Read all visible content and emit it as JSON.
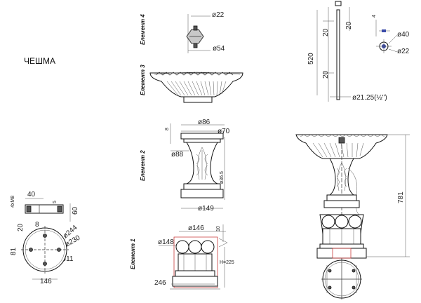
{
  "title": "ЧЕШМА",
  "elements": {
    "e4": "Елемент 4",
    "e3": "Елемент 3",
    "e2": "Елемент 2",
    "e1": "Елемент 1"
  },
  "dims": {
    "e4_top": "ø22",
    "e4_bottom": "ø54",
    "e2_top": "ø86",
    "e2_ring": "ø70",
    "e2_left": "ø88",
    "e2_small": "8",
    "e2_height": "ø36.5",
    "e2_base": "ø149",
    "e1_top": "ø146",
    "e1_left": "ø148",
    "e1_height": "10",
    "e1_h": "H=225",
    "e1_base": "246",
    "left_4xm8": "4xM8",
    "left_40": "40",
    "left_5": "5",
    "left_20": "20",
    "left_8": "8",
    "left_60": "60",
    "left_244": "ø244",
    "left_230": "ø230",
    "left_81": "81",
    "left_11": "ø11",
    "left_146": "146",
    "pipe_20a": "20",
    "pipe_20b": "20",
    "pipe_20c": "20",
    "pipe_520": "520",
    "pipe_4": "4",
    "pipe_40": "ø40",
    "pipe_22": "ø22",
    "pipe_diam": "ø21.25(½\")",
    "total_781": "781"
  }
}
